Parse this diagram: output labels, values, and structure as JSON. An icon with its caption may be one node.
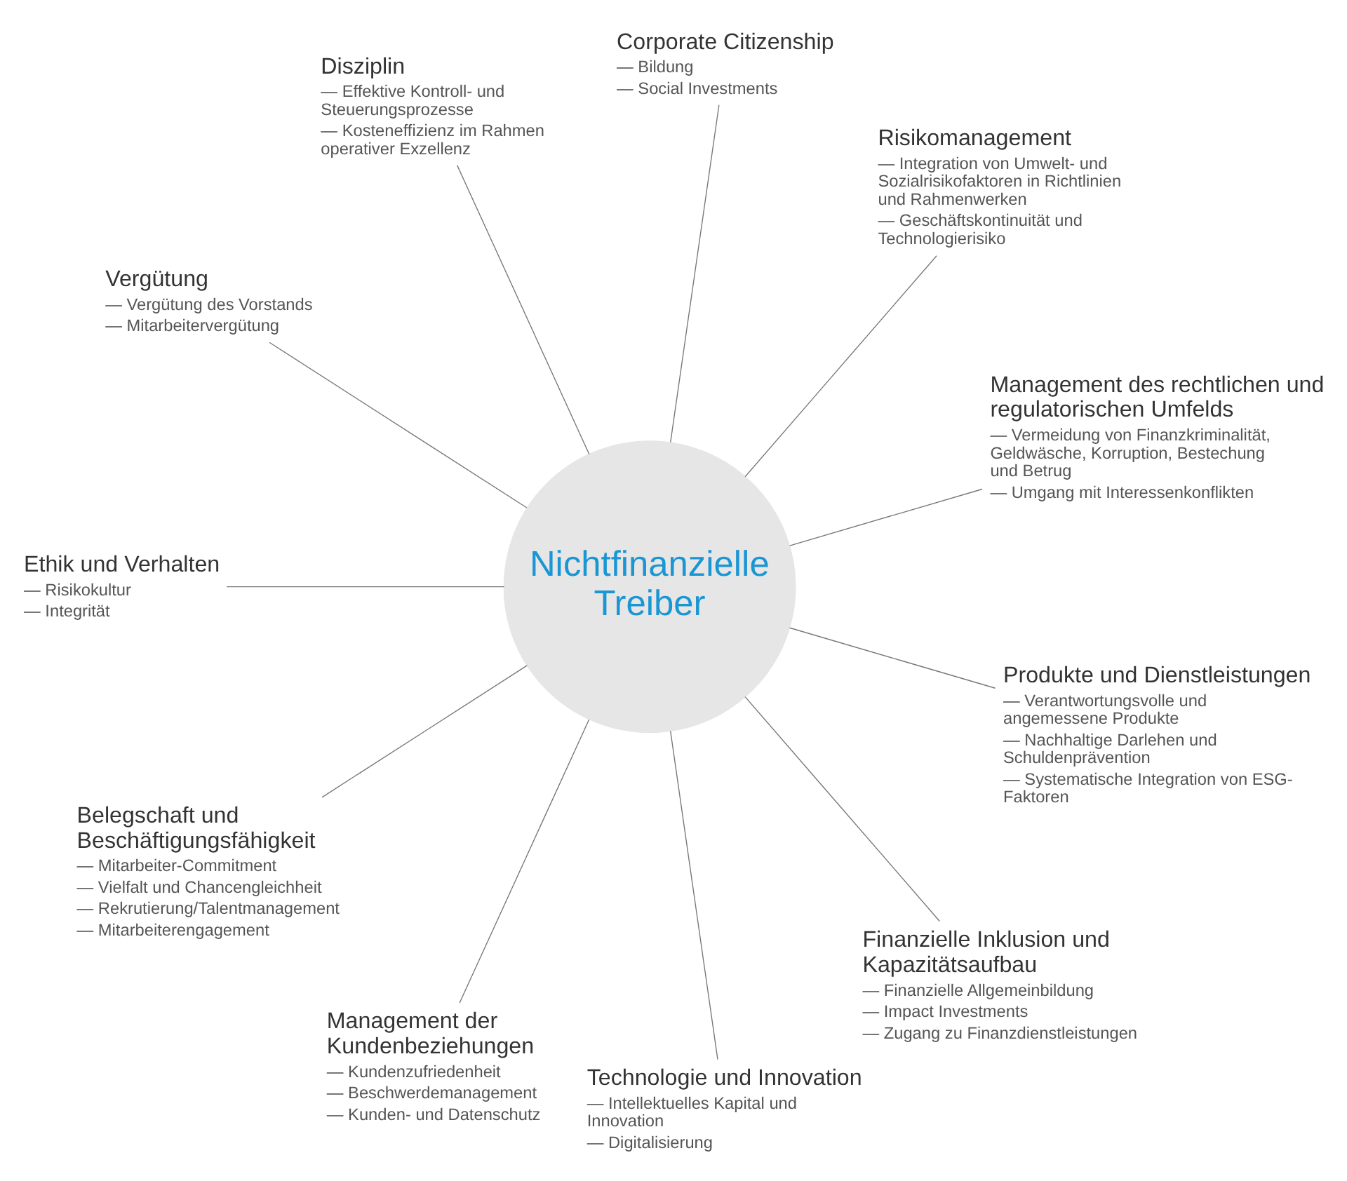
{
  "diagram": {
    "nodes": [
      {
        "text": [
          "Management des rechtlichen und regulatorischen Umfelds",
          "— Vermeidung von Finanzkriminalität, Geldwäsche, Korruption, Bestechung und Betrug",
          "— Umgang mit Interessenkonflikten"
        ]
      },
      {
        "text": [
          "Risikomanagement",
          "— Integration von Umwelt- und Sozialrisikofaktoren in Richtlinien und Rahmenwerken",
          "— Geschäftskontinuität und Technologierisiko"
        ]
      },
      {
        "text": [
          "Corporate Citizenship",
          "— Bildung",
          "— Social Investments"
        ]
      },
      {
        "text": [
          "Disziplin",
          "— Effektive Kontroll- und Steuerungsprozesse",
          "— Kosteneffizienz im Rahmen operativer Exzellenz"
        ]
      },
      {
        "text": [
          "Vergütung",
          "— Vergütung des Vorstands",
          "— Mitarbeitervergütung"
        ]
      },
      {
        "text": [
          "Nichtfinanzielle Treiber"
        ]
      },
      {
        "text": [
          "Ethik und Verhalten",
          "— Risikokultur",
          "— Integrität"
        ]
      },
      {
        "text": [
          "Belegschaft und Beschäftigungsfähigkeit",
          "— Mitarbeiter-Commitment",
          "— Vielfalt und Chancengleichheit",
          "— Rekrutierung/Talentmanagement",
          "— Mitarbeiterengagement"
        ]
      },
      {
        "text": [
          "Management der Kundenbeziehungen",
          "— Kundenzufriedenheit",
          "— Beschwerdemanagement",
          "— Kunden- und Datenschutz"
        ]
      },
      {
        "text": [
          "Technologie und Innovation",
          "— Intellektuelles Kapital und Innovation",
          "— Digitalisierung"
        ]
      },
      {
        "text": [
          "Finanzielle Inklusion und Kapazitätsaufbau",
          "— Finanzielle Allgemeinbildung",
          "— Impact Investments",
          "— Zugang zu Finanzdienstleistungen"
        ]
      },
      {
        "text": [
          "Produkte und Dienstleistungen",
          "— Verantwortungsvolle und angemessene Produkte",
          "— Nachhaltige Darlehen und Schuldenprävention",
          "— Systematische Integration von ESG-Faktoren"
        ]
      }
    ],
    "edges": [
      {
        "from": 1,
        "to": 5,
        "arrow": "none"
      },
      {
        "from": 3,
        "to": 5,
        "arrow": "none"
      },
      {
        "from": 6,
        "to": 5,
        "arrow": "none"
      },
      {
        "from": 8,
        "to": 5,
        "arrow": "none"
      },
      {
        "from": 11,
        "to": 5,
        "arrow": "none"
      },
      {
        "from": 10,
        "to": 5,
        "arrow": "none"
      },
      {
        "from": 9,
        "to": 5,
        "arrow": "none"
      },
      {
        "from": 7,
        "to": 5,
        "arrow": "none"
      },
      {
        "from": 4,
        "to": 5,
        "arrow": "none"
      },
      {
        "from": 2,
        "to": 5,
        "arrow": "none"
      },
      {
        "from": 0,
        "to": 5,
        "arrow": "none"
      }
    ]
  }
}
